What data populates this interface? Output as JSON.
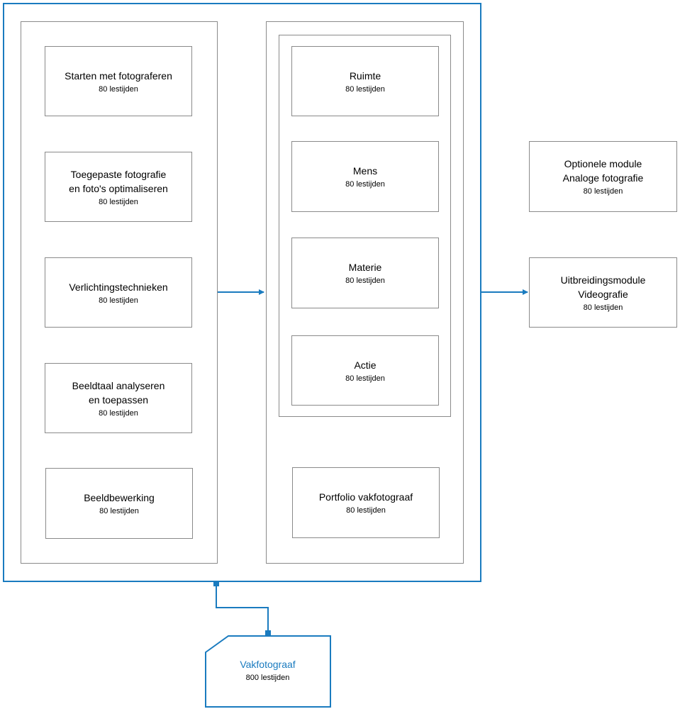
{
  "colors": {
    "accent": "#1a7bbf",
    "border": "#8a8a8a",
    "background": "#ffffff"
  },
  "left_column": [
    {
      "title": "Starten met fotograferen",
      "hours": "80 lestijden"
    },
    {
      "title": "Toegepaste fotografie\nen foto's optimaliseren",
      "hours": "80 lestijden"
    },
    {
      "title": "Verlichtingstechnieken",
      "hours": "80 lestijden"
    },
    {
      "title": "Beeldtaal analyseren\nen toepassen",
      "hours": "80 lestijden"
    },
    {
      "title": "Beeldbewerking",
      "hours": "80 lestijden"
    }
  ],
  "middle_column": [
    {
      "title": "Ruimte",
      "hours": "80 lestijden"
    },
    {
      "title": "Mens",
      "hours": "80 lestijden"
    },
    {
      "title": "Materie",
      "hours": "80 lestijden"
    },
    {
      "title": "Actie",
      "hours": "80 lestijden"
    }
  ],
  "portfolio": {
    "title": "Portfolio vakfotograaf",
    "hours": "80 lestijden"
  },
  "optional": {
    "title": "Optionele module\nAnaloge fotografie",
    "hours": "80 lestijden"
  },
  "extension": {
    "title": "Uitbreidingsmodule\nVideografie",
    "hours": "80 lestijden"
  },
  "vakfotograaf": {
    "title": "Vakfotograaf",
    "hours": "800 lestijden"
  }
}
